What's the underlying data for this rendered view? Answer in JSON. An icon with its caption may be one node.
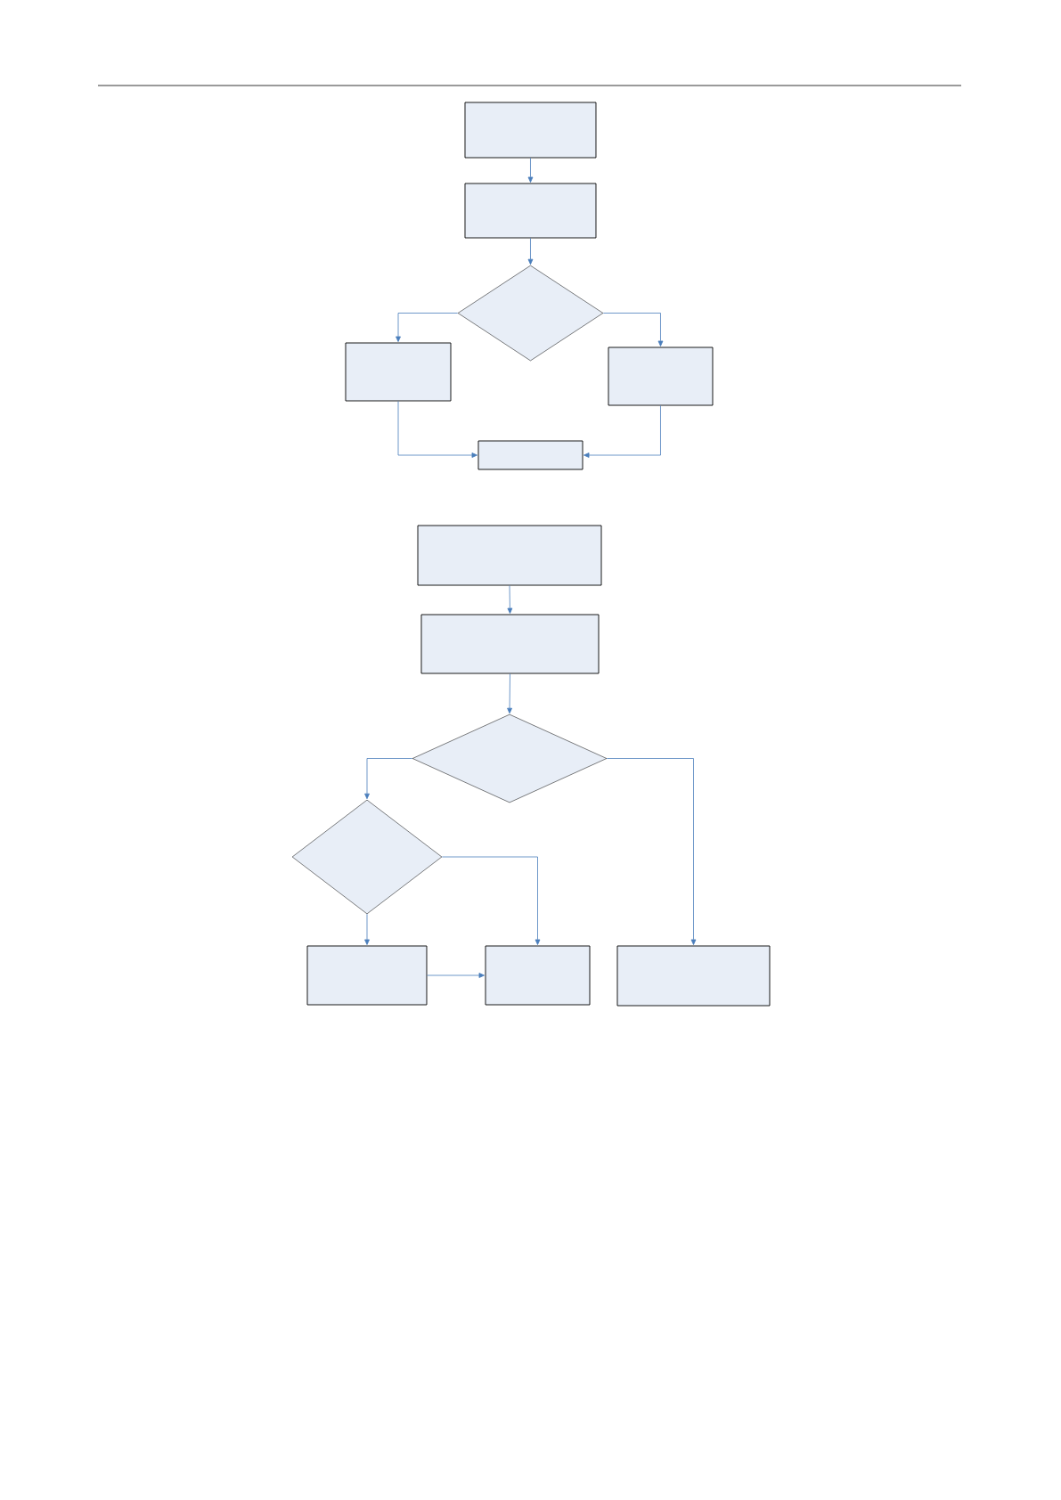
{
  "diagram": {
    "nodes": [
      {
        "text": [],
        "shape": "box"
      },
      {
        "text": [],
        "shape": "box"
      },
      {
        "text": [],
        "shape": "diamond"
      },
      {
        "text": [],
        "shape": "box"
      },
      {
        "text": [],
        "shape": "box"
      },
      {
        "text": [],
        "shape": "box"
      },
      {
        "text": [],
        "shape": "box"
      },
      {
        "text": [],
        "shape": "box"
      },
      {
        "text": [],
        "shape": "diamond"
      },
      {
        "text": [],
        "shape": "diamond"
      },
      {
        "text": [],
        "shape": "box"
      },
      {
        "text": [],
        "shape": "box"
      },
      {
        "text": [],
        "shape": "box"
      }
    ],
    "edges": [
      {
        "from": 0,
        "to": 1,
        "arrow": "to"
      },
      {
        "from": 1,
        "to": 2,
        "arrow": "to"
      },
      {
        "from": 2,
        "to": 3,
        "arrow": "to"
      },
      {
        "from": 2,
        "to": 4,
        "arrow": "to"
      },
      {
        "from": 3,
        "to": 5,
        "arrow": "to"
      },
      {
        "from": 4,
        "to": 5,
        "arrow": "to"
      },
      {
        "from": 6,
        "to": 7,
        "arrow": "to"
      },
      {
        "from": 7,
        "to": 8,
        "arrow": "to"
      },
      {
        "from": 8,
        "to": 9,
        "arrow": "to"
      },
      {
        "from": 8,
        "to": 12,
        "arrow": "to"
      },
      {
        "from": 9,
        "to": 10,
        "arrow": "to"
      },
      {
        "from": 9,
        "to": 11,
        "arrow": "to"
      },
      {
        "from": 10,
        "to": 11,
        "arrow": "to"
      }
    ]
  }
}
